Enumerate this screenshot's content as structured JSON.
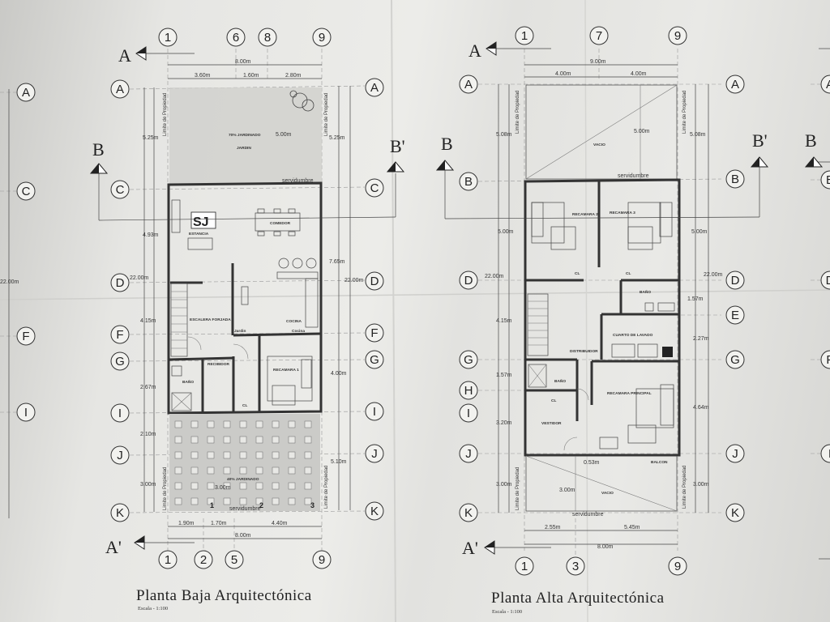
{
  "plan_baja": {
    "title": "Planta Baja Arquitectónica",
    "scale": "Escala - 1:100",
    "axes_top": [
      "1",
      "6",
      "8",
      "9"
    ],
    "axes_bottom": [
      "1",
      "2",
      "5",
      "9"
    ],
    "rows_left": [
      "A",
      "C",
      "D",
      "F",
      "G",
      "I",
      "J",
      "K"
    ],
    "dims_top": [
      "8.00m",
      "3.60m",
      "1.60m",
      "2.80m"
    ],
    "dims_bottom": [
      "1.90m",
      "1.70m",
      "4.40m",
      "8.00m"
    ],
    "dims_left": [
      "5.25m",
      "4.93m",
      "22.00m",
      "4.15m",
      "2.67m",
      "2.10m",
      "3.00m"
    ],
    "dims_right": [
      "5.25m",
      "7.65m",
      "22.00m",
      "4.00m",
      "5.10m"
    ],
    "rooms": [
      "70% JARDINADO",
      "JARDIN",
      "ESTANCIA",
      "COMEDOR",
      "COCINA",
      "ESCALERA FORJADA",
      "RECIBIDOR",
      "RECAMARA 1",
      "BAÑO",
      "CL",
      "40% JARDINADO",
      "Jardin",
      "Cocina"
    ],
    "inner_dims": [
      "5.00m",
      "3.00m"
    ],
    "parking": [
      "1",
      "2",
      "3"
    ],
    "servidumbre": "servidumbre",
    "limite": "Limite de Propiedad",
    "section_a": "A",
    "section_a2": "A'",
    "section_b": "B",
    "section_b2": "B'"
  },
  "plan_alta": {
    "title": "Planta Alta Arquitectónica",
    "scale": "Escala - 1:100",
    "axes_top": [
      "1",
      "7",
      "9"
    ],
    "axes_bottom": [
      "1",
      "3",
      "9"
    ],
    "rows_left": [
      "A",
      "B",
      "D",
      "G",
      "H",
      "I",
      "J",
      "K"
    ],
    "rows_right": [
      "A",
      "B",
      "D",
      "E",
      "G",
      "J",
      "K"
    ],
    "dims_top": [
      "9.00m",
      "4.00m",
      "4.00m"
    ],
    "dims_bottom": [
      "2.55m",
      "5.45m",
      "8.00m"
    ],
    "dims_left": [
      "5.08m",
      "5.00m",
      "22.00m",
      "4.15m",
      "1.57m",
      "3.20m",
      "3.00m"
    ],
    "dims_right": [
      "5.08m",
      "5.00m",
      "22.00m",
      "1.57m",
      "2.27m",
      "4.64m",
      "3.00m"
    ],
    "rooms": [
      "VACIO",
      "RECAMARA 2",
      "RECAMARA 3",
      "BAÑO",
      "CUARTO DE LAVADO",
      "DISTRIBUIDOR",
      "BAÑO",
      "RECAMARA PRINCIPAL",
      "VESTIDOR",
      "CL",
      "CL",
      "CL",
      "BALCON",
      "VACIO"
    ],
    "inner_dims": [
      "5.00m",
      "3.00m",
      "0.53m"
    ],
    "servidumbre": "servidumbre",
    "limite": "Limite de Propiedad",
    "section_a": "A",
    "section_a2": "A'",
    "section_b": "B",
    "section_b2": "B'"
  },
  "edge": {
    "left_rows": [
      "A",
      "C",
      "F",
      "I"
    ],
    "right_rows": [
      "A",
      "B",
      "D",
      "F",
      "I"
    ],
    "left_dim": "22.00m"
  }
}
